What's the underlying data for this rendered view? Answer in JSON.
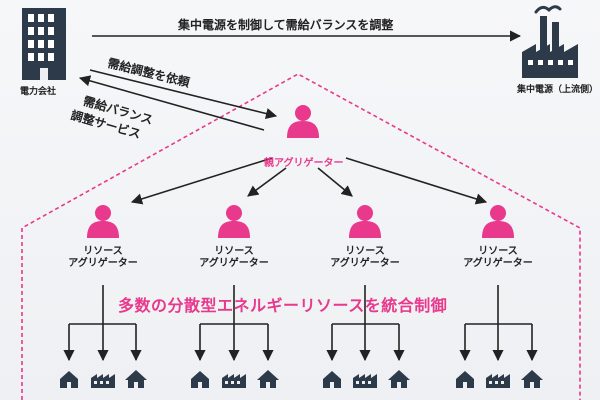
{
  "labels": {
    "power_company": "電力会社",
    "central_source": "集中電源（上流側）",
    "top_arrow": "集中電源を制御して需給バランスを調整",
    "request": "需給調整を依頼",
    "service_line1": "需給バランス",
    "service_line2": "調整サービス",
    "parent": "親アグリゲーター",
    "child_line1": "リソース",
    "child_line2": "アグリゲーター",
    "banner": "多数の分散型エネルギーリソースを統合制御"
  },
  "colors": {
    "accent": "#e8398c",
    "dark": "#2d3a4a",
    "line": "#222222"
  },
  "icons": {
    "company": "office-building-icon",
    "plant": "power-plant-icon",
    "person": "person-icon",
    "resources": [
      "house-icon",
      "factory-icon",
      "home-icon"
    ]
  }
}
